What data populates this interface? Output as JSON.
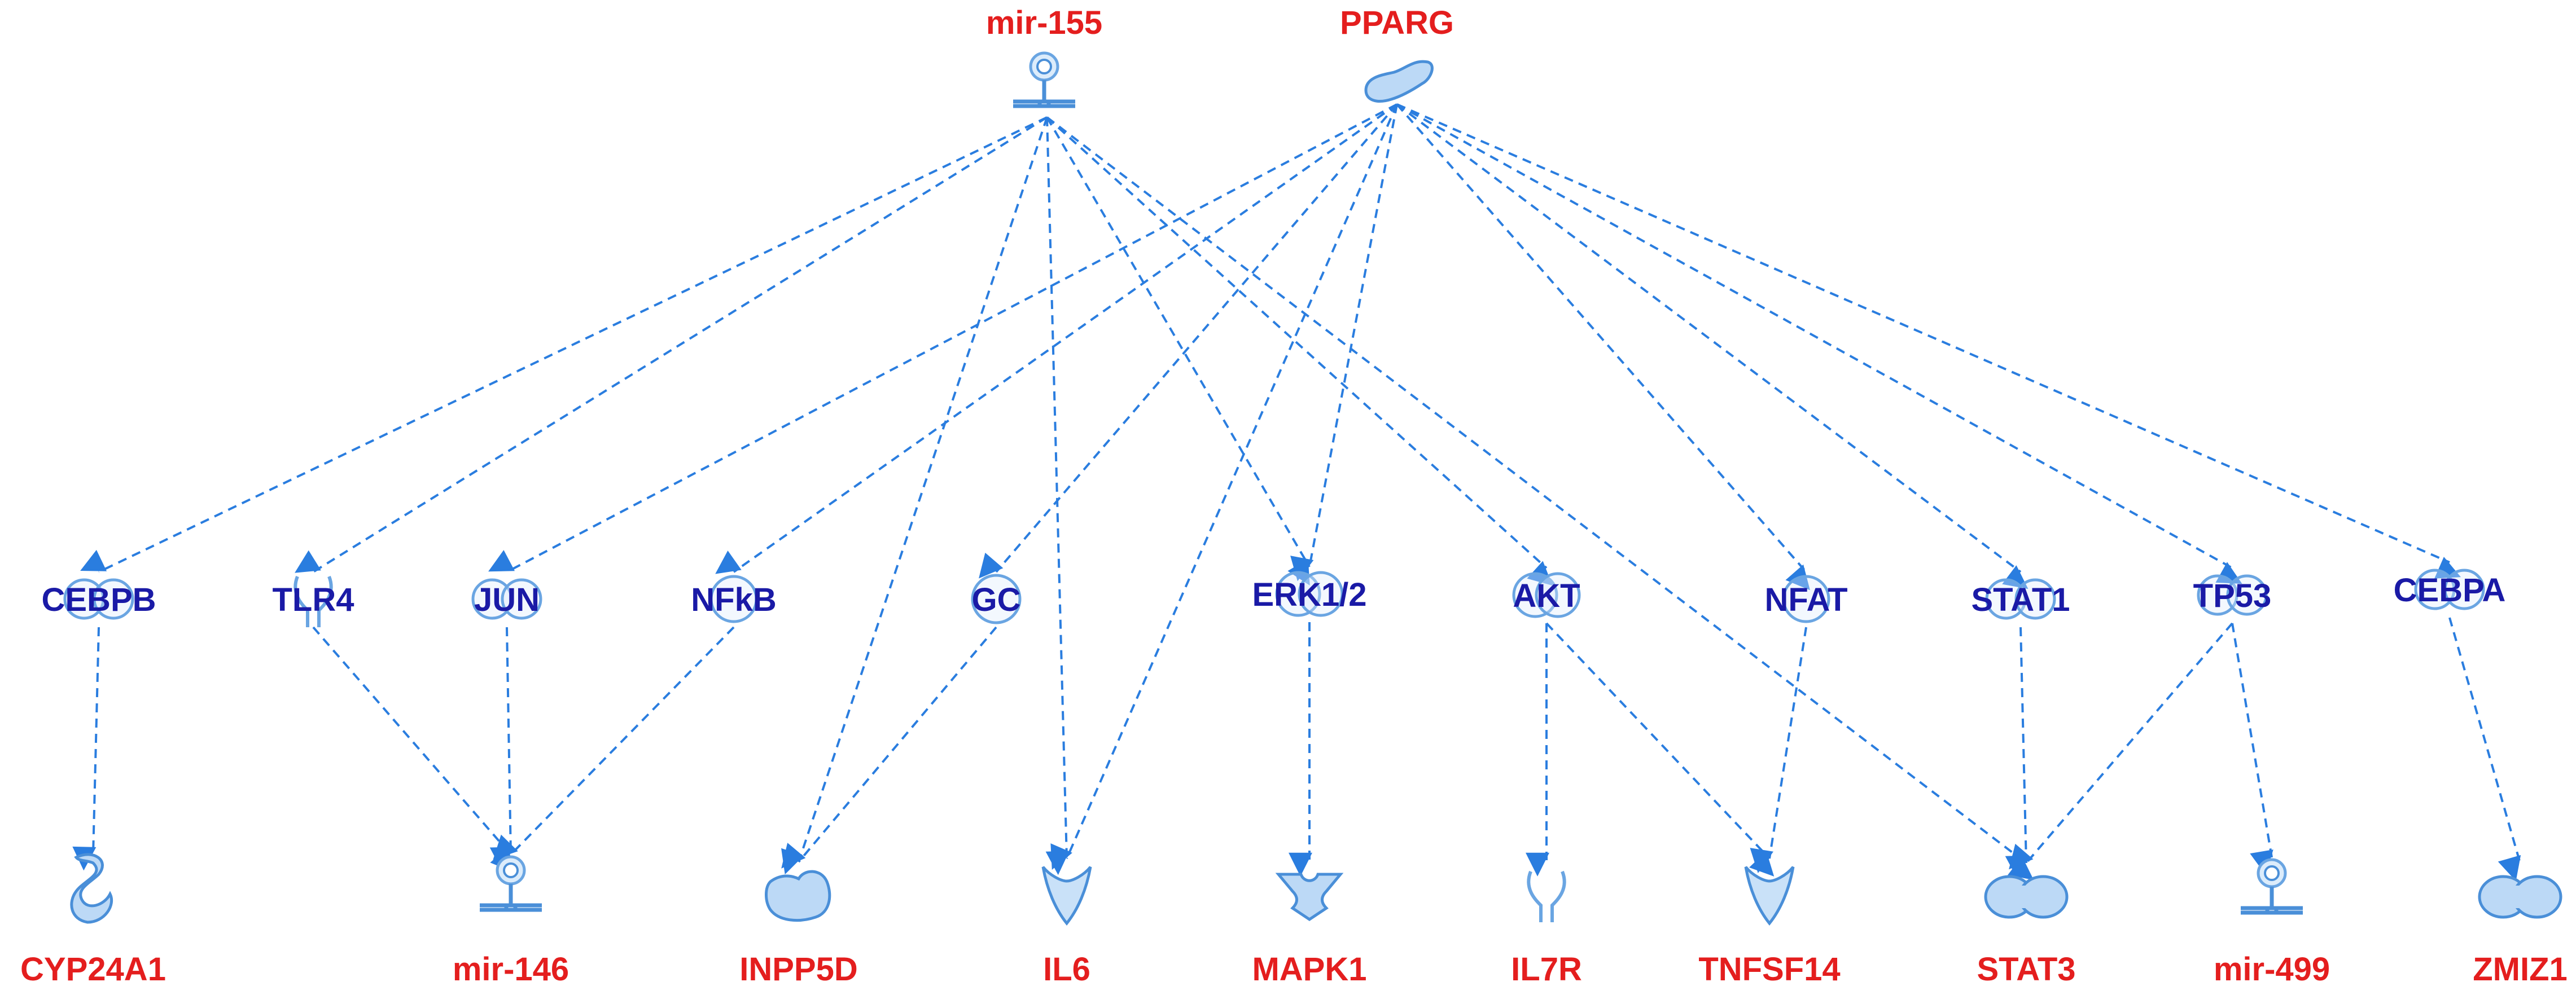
{
  "diagram": {
    "colors": {
      "edge": "#2a7ddf",
      "upstream_label": "#e41e1e",
      "middle_label": "#1a1aa6",
      "target_label": "#e41e1e",
      "shape_fill": "#bcd9f6",
      "shape_stroke": "#4a8fd8"
    },
    "nodes": [
      {
        "id": "mir155",
        "label": "mir-155",
        "tier": "top",
        "shape": "microrna"
      },
      {
        "id": "pparg",
        "label": "PPARG",
        "tier": "top",
        "shape": "nuclear-receptor"
      },
      {
        "id": "cebpb",
        "label": "CEBPB",
        "tier": "middle",
        "shape": "transcription-regulator"
      },
      {
        "id": "tlr4",
        "label": "TLR4",
        "tier": "middle",
        "shape": "transmembrane-receptor"
      },
      {
        "id": "jun",
        "label": "JUN",
        "tier": "middle",
        "shape": "transcription-regulator"
      },
      {
        "id": "nfkb",
        "label": "NFkB",
        "tier": "middle",
        "shape": "complex"
      },
      {
        "id": "gc",
        "label": "GC",
        "tier": "middle",
        "shape": "transporter"
      },
      {
        "id": "erk",
        "label": "ERK1/2",
        "tier": "middle",
        "shape": "group"
      },
      {
        "id": "akt",
        "label": "AKT",
        "tier": "middle",
        "shape": "group"
      },
      {
        "id": "nfat",
        "label": "NFAT",
        "tier": "middle",
        "shape": "complex"
      },
      {
        "id": "stat1",
        "label": "STAT1",
        "tier": "middle",
        "shape": "transcription-regulator"
      },
      {
        "id": "tp53",
        "label": "TP53",
        "tier": "middle",
        "shape": "transcription-regulator"
      },
      {
        "id": "cebpa",
        "label": "CEBPA",
        "tier": "middle",
        "shape": "transcription-regulator"
      },
      {
        "id": "cyp24a1",
        "label": "CYP24A1",
        "tier": "bottom",
        "shape": "enzyme"
      },
      {
        "id": "mir146",
        "label": "mir-146",
        "tier": "bottom",
        "shape": "microrna"
      },
      {
        "id": "inpp5d",
        "label": "INPP5D",
        "tier": "bottom",
        "shape": "phosphatase"
      },
      {
        "id": "il6",
        "label": "IL6",
        "tier": "bottom",
        "shape": "cytokine"
      },
      {
        "id": "mapk1",
        "label": "MAPK1",
        "tier": "bottom",
        "shape": "kinase"
      },
      {
        "id": "il7r",
        "label": "IL7R",
        "tier": "bottom",
        "shape": "transmembrane-receptor"
      },
      {
        "id": "tnfsf14",
        "label": "TNFSF14",
        "tier": "bottom",
        "shape": "cytokine"
      },
      {
        "id": "stat3",
        "label": "STAT3",
        "tier": "bottom",
        "shape": "transcription-regulator"
      },
      {
        "id": "mir499",
        "label": "mir-499",
        "tier": "bottom",
        "shape": "microrna"
      },
      {
        "id": "zmiz1",
        "label": "ZMIZ1",
        "tier": "bottom",
        "shape": "transcription-regulator"
      }
    ],
    "edges": [
      {
        "from": "mir155",
        "to": "cebpb"
      },
      {
        "from": "mir155",
        "to": "tlr4"
      },
      {
        "from": "mir155",
        "to": "inpp5d"
      },
      {
        "from": "mir155",
        "to": "il6"
      },
      {
        "from": "mir155",
        "to": "erk"
      },
      {
        "from": "mir155",
        "to": "akt"
      },
      {
        "from": "mir155",
        "to": "stat3"
      },
      {
        "from": "pparg",
        "to": "jun"
      },
      {
        "from": "pparg",
        "to": "nfkb"
      },
      {
        "from": "pparg",
        "to": "gc"
      },
      {
        "from": "pparg",
        "to": "il6"
      },
      {
        "from": "pparg",
        "to": "erk"
      },
      {
        "from": "pparg",
        "to": "nfat"
      },
      {
        "from": "pparg",
        "to": "stat1"
      },
      {
        "from": "pparg",
        "to": "tp53"
      },
      {
        "from": "pparg",
        "to": "cebpa"
      },
      {
        "from": "cebpb",
        "to": "cyp24a1"
      },
      {
        "from": "tlr4",
        "to": "mir146"
      },
      {
        "from": "jun",
        "to": "mir146"
      },
      {
        "from": "nfkb",
        "to": "mir146"
      },
      {
        "from": "gc",
        "to": "inpp5d"
      },
      {
        "from": "erk",
        "to": "mapk1"
      },
      {
        "from": "akt",
        "to": "il7r"
      },
      {
        "from": "akt",
        "to": "tnfsf14"
      },
      {
        "from": "nfat",
        "to": "tnfsf14"
      },
      {
        "from": "stat1",
        "to": "stat3"
      },
      {
        "from": "tp53",
        "to": "stat3"
      },
      {
        "from": "tp53",
        "to": "mir499"
      },
      {
        "from": "cebpa",
        "to": "zmiz1"
      }
    ]
  }
}
